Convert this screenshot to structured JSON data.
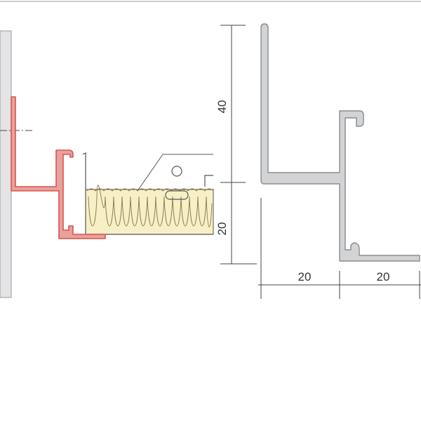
{
  "dimensions": {
    "height_upper": "40",
    "height_lower": "20",
    "width_left": "20",
    "width_right": "20"
  },
  "colors": {
    "profile_red": "#d9534f",
    "profile_red_fill": "#e8a19c",
    "profile_grey_fill": "#d2d3d5",
    "profile_grey_stroke": "#8a8c8f",
    "wall": "#e4e4e6",
    "insulation": "#f7efc6",
    "insulation_stroke": "#8c7a4a",
    "dimension_line": "#444444"
  },
  "icons": {
    "detail_leader": "leader-line-icon",
    "fastener_hole": "fastener-hole-icon"
  }
}
